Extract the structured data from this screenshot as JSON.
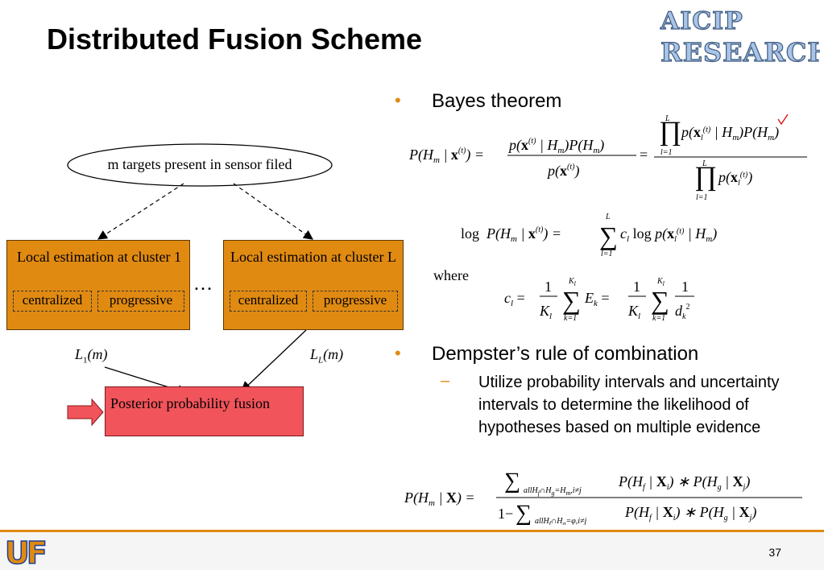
{
  "slide": {
    "title": "Distributed Fusion Scheme",
    "logo_line1": "AICIP",
    "logo_line2": "RESEARCH",
    "page_number": "37",
    "footer_logo_text": "UF"
  },
  "diagram": {
    "ellipse_label": "m targets present in sensor filed",
    "cluster1_title": "Local estimation at cluster 1",
    "clusterL_title": "Local estimation at cluster L",
    "centralized": "centralized",
    "progressive": "progressive",
    "ellipsis": "…",
    "L1": "L",
    "L1_sub": "1",
    "L1_arg": "(m)",
    "LL": "L",
    "LL_sub": "L",
    "LL_arg": "(m)",
    "fusion_label": "Posterior probability fusion"
  },
  "content": {
    "bullet1": "Bayes theorem",
    "where": "where",
    "bullet2": "Dempster’s rule of combination",
    "sub_bullet": "Utilize probability intervals and uncertainty intervals to determine the likelihood of hypotheses based on multiple evidence"
  },
  "colors": {
    "accent_orange": "#e08a12",
    "fusion_red": "#f2545b",
    "logo_blue": "#a9c4e6"
  }
}
